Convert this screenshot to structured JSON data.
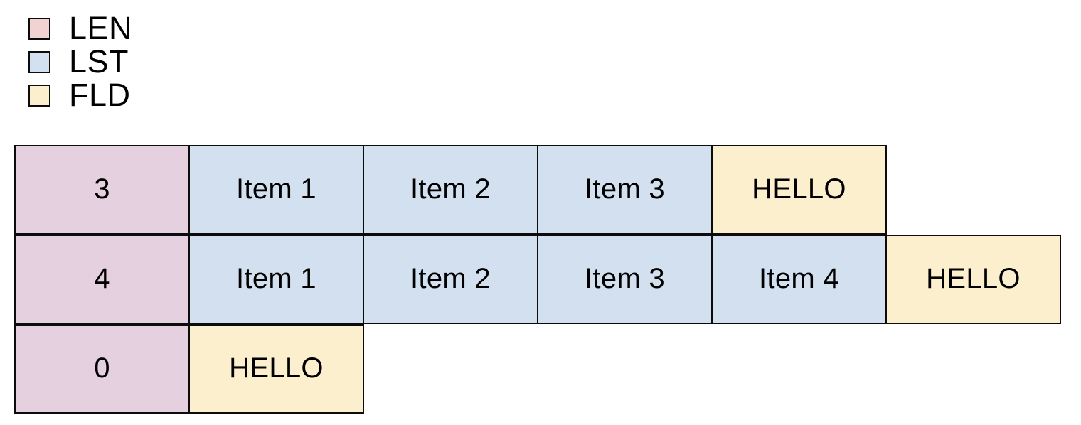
{
  "legend": {
    "items": [
      {
        "label": "LEN",
        "color": "#f2d3d3",
        "key": "len"
      },
      {
        "label": "LST",
        "color": "#d3e0f0",
        "key": "lst"
      },
      {
        "label": "FLD",
        "color": "#fcefcd",
        "key": "fld"
      }
    ]
  },
  "colors": {
    "len_fill": "#e4d0de",
    "lst_fill": "#d3e0f0",
    "fld_fill": "#fcefcd",
    "border": "#0c0c0c",
    "background": "#ffffff",
    "text": "#000000"
  },
  "table": {
    "rows": [
      {
        "cells": [
          {
            "text": "3",
            "type": "len"
          },
          {
            "text": "Item 1",
            "type": "lst"
          },
          {
            "text": "Item 2",
            "type": "lst"
          },
          {
            "text": "Item 3",
            "type": "lst"
          },
          {
            "text": "HELLO",
            "type": "fld"
          }
        ]
      },
      {
        "cells": [
          {
            "text": "4",
            "type": "len"
          },
          {
            "text": "Item 1",
            "type": "lst"
          },
          {
            "text": "Item 2",
            "type": "lst"
          },
          {
            "text": "Item 3",
            "type": "lst"
          },
          {
            "text": "Item 4",
            "type": "lst"
          },
          {
            "text": "HELLO",
            "type": "fld"
          }
        ]
      },
      {
        "cells": [
          {
            "text": "0",
            "type": "len"
          },
          {
            "text": "HELLO",
            "type": "fld"
          }
        ]
      }
    ]
  }
}
